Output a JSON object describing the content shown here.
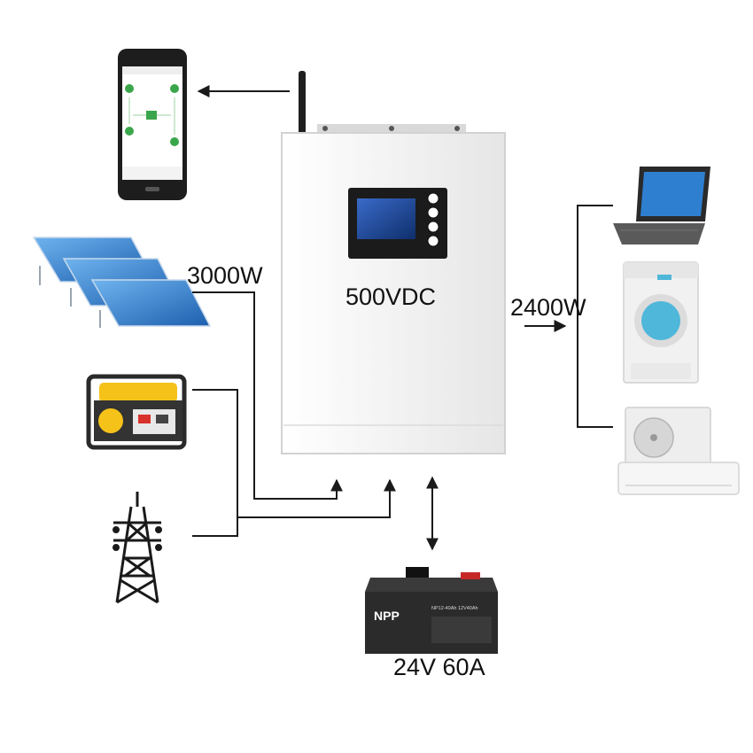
{
  "labels": {
    "pv_power": "3000W",
    "pv_voltage": "500VDC",
    "output_power": "2400W",
    "battery_spec": "24V 60A"
  },
  "battery": {
    "brand": "NPP",
    "model": "NP12-40Ah 12V40Ah"
  },
  "icons": {
    "phone": "smartphone-app-icon",
    "solar": "solar-panels-icon",
    "generator": "generator-icon",
    "grid": "power-tower-icon",
    "inverter": "inverter-icon",
    "battery": "battery-icon",
    "laptop": "laptop-icon",
    "washer": "washing-machine-icon",
    "ac": "air-conditioner-icon"
  },
  "colors": {
    "line": "#1a1a1a",
    "inverter_body": "#f4f4f4",
    "display": "#1b1b1b",
    "solar_blue": "#2f7fd0",
    "generator_yellow": "#f5c21a",
    "battery_case": "#2b2b2b",
    "app_green": "#3aa64b"
  }
}
